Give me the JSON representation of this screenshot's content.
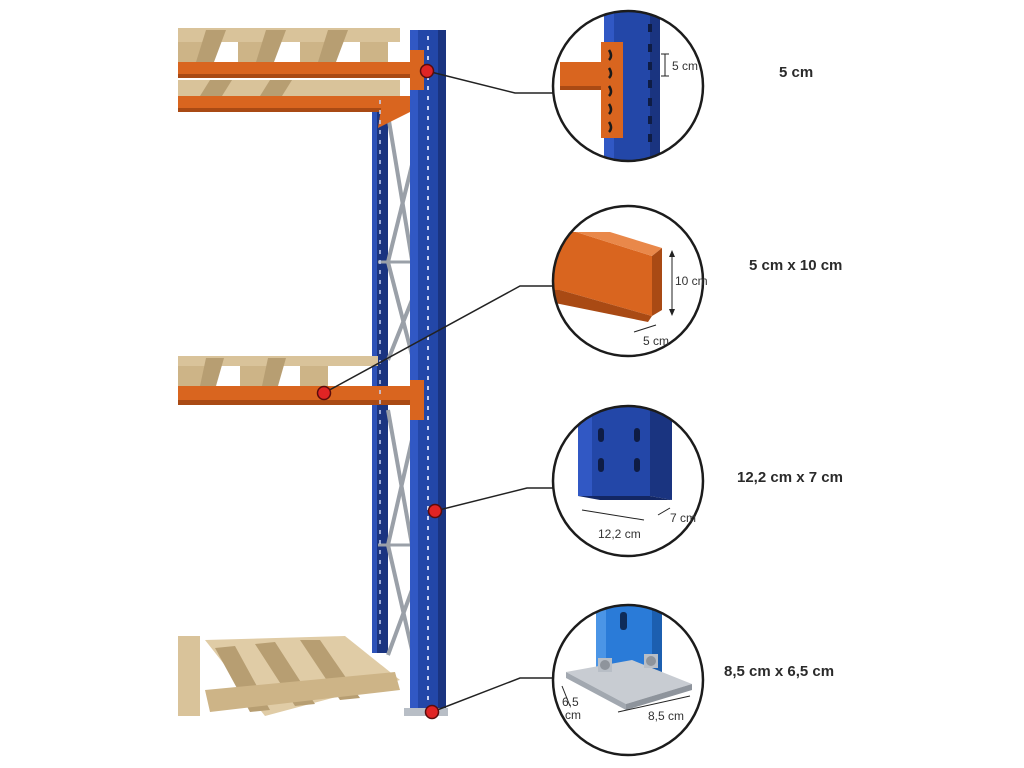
{
  "colors": {
    "upright_blue": "#2347a8",
    "upright_blue_dark": "#1a3480",
    "beam_orange": "#d9651f",
    "beam_orange_dark": "#a94a14",
    "pallet_wood": "#d9c39a",
    "pallet_wood_dark": "#b79e72",
    "brace_grey": "#9aa0a8",
    "marker_red": "#e02424",
    "leader_line": "#222222"
  },
  "details": [
    {
      "caption": "5 cm",
      "dims": [
        "5 cm"
      ],
      "icon": "slot-pitch-detail"
    },
    {
      "caption": "5 cm x 10 cm",
      "dims": [
        "10 cm",
        "5 cm"
      ],
      "icon": "beam-section-detail"
    },
    {
      "caption": "12,2 cm x 7 cm",
      "dims": [
        "12,2 cm",
        "7 cm"
      ],
      "icon": "upright-section-detail"
    },
    {
      "caption": "8,5 cm x 6,5 cm",
      "dims": [
        "6,5\ncm",
        "8,5 cm"
      ],
      "icon": "base-plate-detail"
    }
  ]
}
